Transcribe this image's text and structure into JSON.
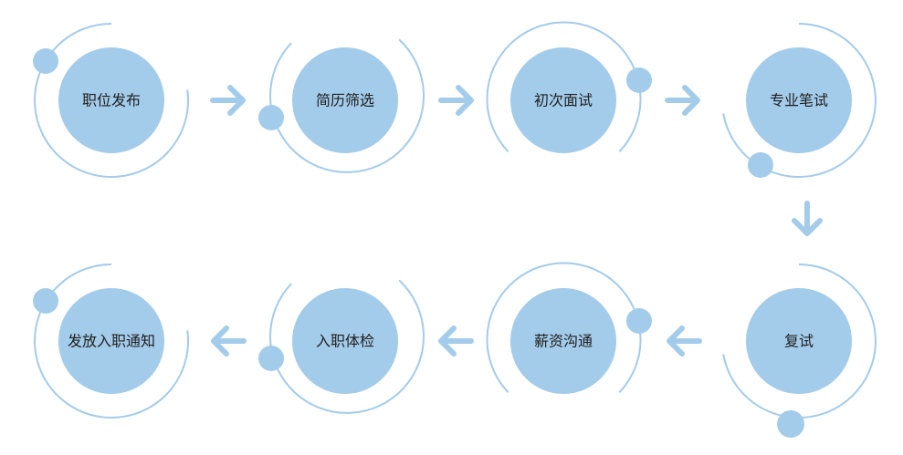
{
  "colors": {
    "circle_fill": "#a3cbea",
    "ring_stroke": "#a3cbea",
    "arrow": "#a3cbea",
    "label_text": "#1f1f1f",
    "background": "#ffffff"
  },
  "steps": [
    {
      "label": "职位发布"
    },
    {
      "label": "简历筛选"
    },
    {
      "label": "初次面试"
    },
    {
      "label": "专业笔试"
    },
    {
      "label": "复试"
    },
    {
      "label": "薪资沟通"
    },
    {
      "label": "入职体检"
    },
    {
      "label": "发放入职通知"
    }
  ],
  "arrows": [
    {
      "from": 0,
      "to": 1,
      "direction": "right-arrow"
    },
    {
      "from": 1,
      "to": 2,
      "direction": "right-arrow"
    },
    {
      "from": 2,
      "to": 3,
      "direction": "right-arrow"
    },
    {
      "from": 3,
      "to": 4,
      "direction": "down-arrow"
    },
    {
      "from": 4,
      "to": 5,
      "direction": "left-arrow"
    },
    {
      "from": 5,
      "to": 6,
      "direction": "left-arrow"
    },
    {
      "from": 6,
      "to": 7,
      "direction": "left-arrow"
    }
  ]
}
